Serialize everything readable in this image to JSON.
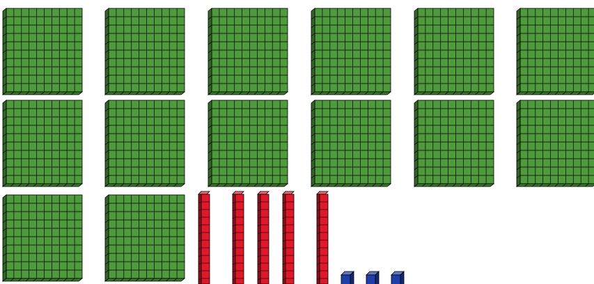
{
  "blocks": {
    "hundreds": {
      "count": 14,
      "color": "#4e9a3c",
      "grid": 10
    },
    "tens": {
      "count": 5,
      "color": "#e0192a",
      "units_per_rod": 10
    },
    "ones": {
      "count": 3,
      "color": "#1e3ea8"
    }
  }
}
